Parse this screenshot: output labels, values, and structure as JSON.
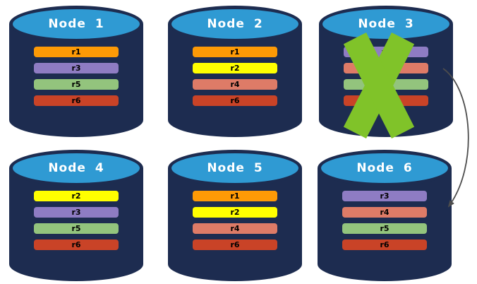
{
  "colors": {
    "cylinder_body": "#1D2C50",
    "cylinder_top": "#2F9AD3",
    "node_label": "#FFFFFF",
    "bar_label": "#000000",
    "failure_x": "#80C329",
    "arrow": "#4D4D4D"
  },
  "nodes": [
    {
      "label": "Node 1",
      "failed": false,
      "replicas": [
        {
          "label": "r1",
          "color": "#FD9A06"
        },
        {
          "label": "r3",
          "color": "#8E7CC3"
        },
        {
          "label": "r5",
          "color": "#93C47D"
        },
        {
          "label": "r6",
          "color": "#C94327"
        }
      ]
    },
    {
      "label": "Node 2",
      "failed": false,
      "replicas": [
        {
          "label": "r1",
          "color": "#FD9A06"
        },
        {
          "label": "r2",
          "color": "#FFFF00"
        },
        {
          "label": "r4",
          "color": "#DE7B67"
        },
        {
          "label": "r6",
          "color": "#C94327"
        }
      ]
    },
    {
      "label": "Node 3",
      "failed": true,
      "replicas": [
        {
          "label": "r3",
          "color": "#8E7CC3"
        },
        {
          "label": "",
          "color": "#DE7B67"
        },
        {
          "label": "",
          "color": "#93C47D"
        },
        {
          "label": "",
          "color": "#C94327"
        }
      ]
    },
    {
      "label": "Node 4",
      "failed": false,
      "replicas": [
        {
          "label": "r2",
          "color": "#FFFF00"
        },
        {
          "label": "r3",
          "color": "#8E7CC3"
        },
        {
          "label": "r5",
          "color": "#93C47D"
        },
        {
          "label": "r6",
          "color": "#C94327"
        }
      ]
    },
    {
      "label": "Node 5",
      "failed": false,
      "replicas": [
        {
          "label": "r1",
          "color": "#FD9A06"
        },
        {
          "label": "r2",
          "color": "#FFFF00"
        },
        {
          "label": "r4",
          "color": "#DE7B67"
        },
        {
          "label": "r6",
          "color": "#C94327"
        }
      ]
    },
    {
      "label": "Node 6",
      "failed": false,
      "replicas": [
        {
          "label": "r3",
          "color": "#8E7CC3"
        },
        {
          "label": "r4",
          "color": "#DE7B67"
        },
        {
          "label": "r5",
          "color": "#93C47D"
        },
        {
          "label": "r6",
          "color": "#C94327"
        }
      ]
    }
  ],
  "arrow": {
    "from": "Node 3",
    "to": "Node 6"
  }
}
